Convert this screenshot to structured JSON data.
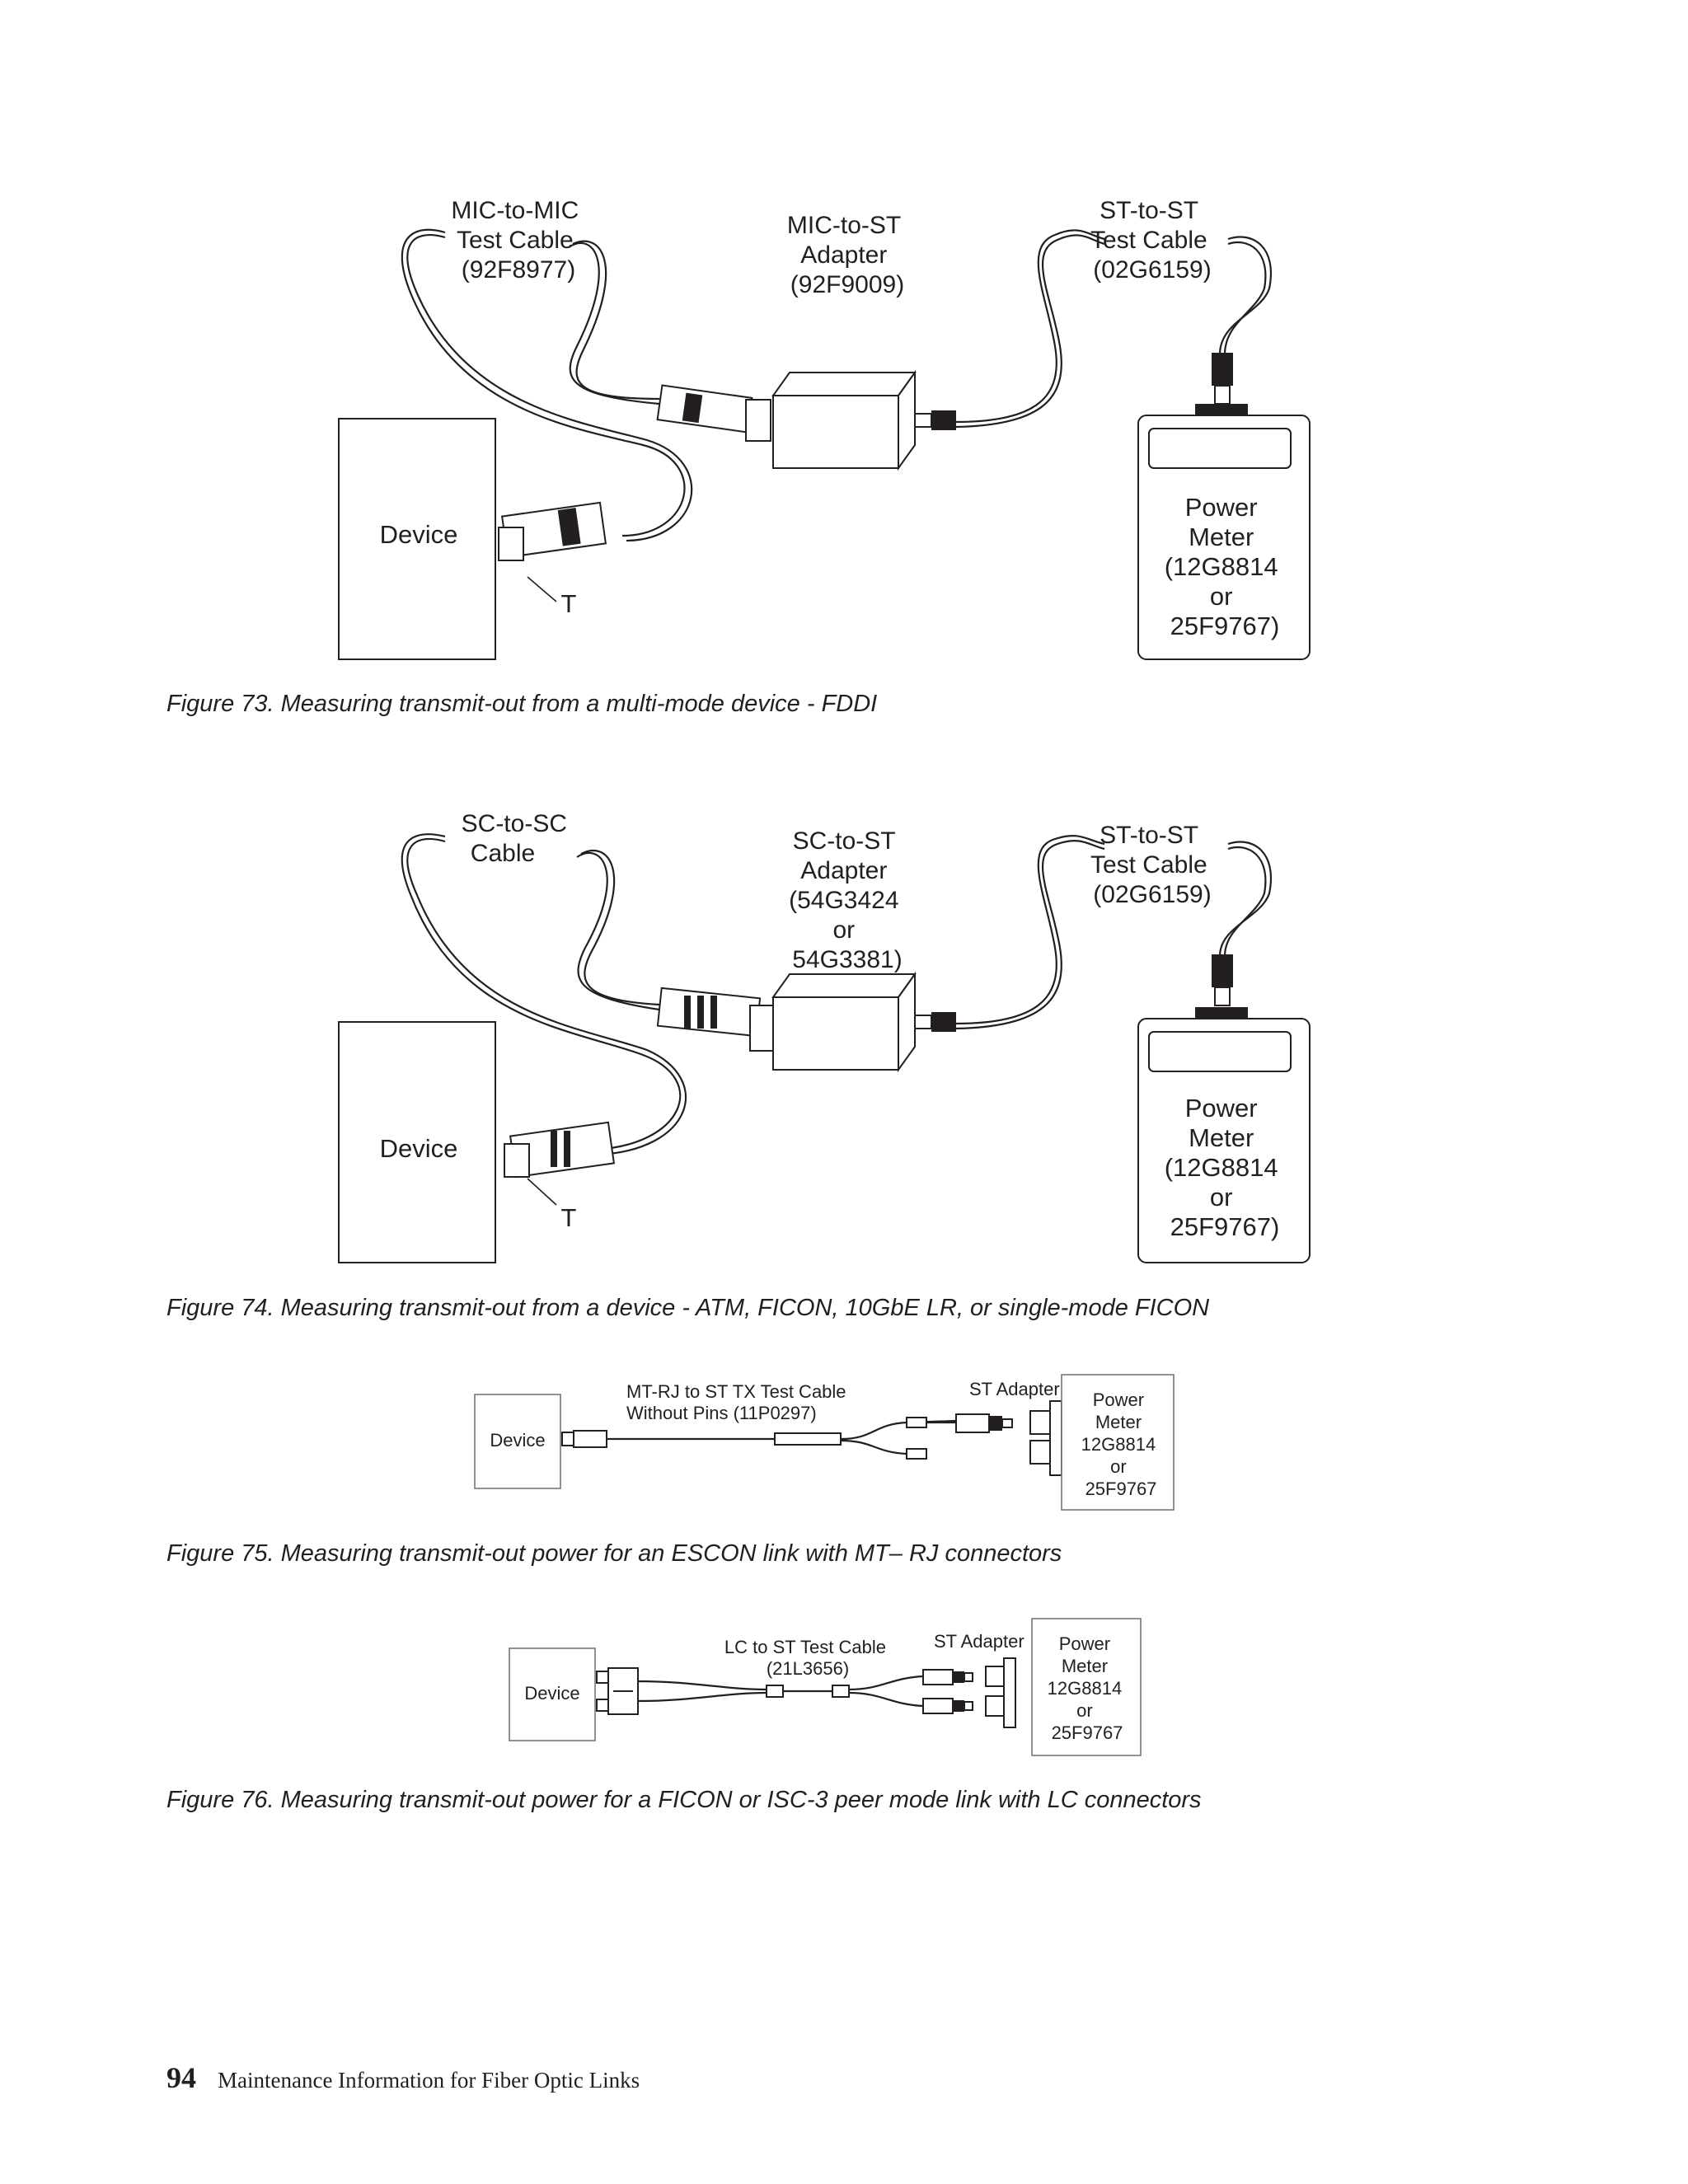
{
  "figures": [
    {
      "caption": "Figure 73. Measuring transmit-out from a multi-mode device - FDDI",
      "cable_label": [
        "MIC-to-MIC",
        "Test Cable",
        "(92F8977)"
      ],
      "adapter_label": [
        "MIC-to-ST",
        "Adapter",
        "(92F9009)"
      ],
      "test_cable_label": [
        "ST-to-ST",
        "Test Cable",
        "(02G6159)"
      ],
      "device": "Device",
      "point": "T",
      "meter_label": [
        "Power",
        "Meter",
        "(12G8814",
        "or",
        "25F9767)"
      ]
    },
    {
      "caption": "Figure 74. Measuring transmit-out from a device - ATM, FICON, 10GbE LR, or single-mode FICON",
      "cable_label": [
        "SC-to-SC",
        "Cable"
      ],
      "adapter_label": [
        "SC-to-ST",
        "Adapter",
        "(54G3424",
        "or",
        "54G3381)"
      ],
      "test_cable_label": [
        "ST-to-ST",
        "Test Cable",
        "(02G6159)"
      ],
      "device": "Device",
      "point": "T",
      "meter_label": [
        "Power",
        "Meter",
        "(12G8814",
        "or",
        "25F9767)"
      ]
    },
    {
      "caption": "Figure 75. Measuring transmit-out power for an ESCON link with MT– RJ connectors",
      "device": "Device",
      "cable_label": [
        "MT-RJ to ST TX Test Cable",
        "Without Pins (11P0297)"
      ],
      "adapter_label": "ST Adapter",
      "meter_label": [
        "Power",
        "Meter",
        "12G8814",
        "or",
        "25F9767"
      ]
    },
    {
      "caption": "Figure 76. Measuring transmit-out power for a FICON or ISC-3 peer mode link with LC connectors",
      "device": "Device",
      "cable_label": [
        "LC to ST Test Cable",
        "(21L3656)"
      ],
      "adapter_label": "ST Adapter",
      "meter_label": [
        "Power",
        "Meter",
        "12G8814",
        "or",
        "25F9767"
      ]
    }
  ],
  "footer": {
    "page_number": "94",
    "title": "Maintenance Information for Fiber Optic Links"
  }
}
